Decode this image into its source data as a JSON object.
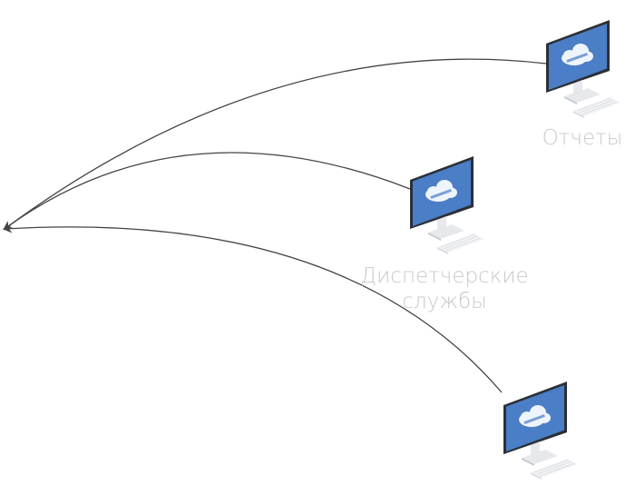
{
  "nodes": [
    {
      "id": "reports",
      "label_lines": [
        "Отчеты"
      ]
    },
    {
      "id": "dispatch",
      "label_lines": [
        "Диспетчерские",
        "службы"
      ]
    },
    {
      "id": "third",
      "label_lines": []
    }
  ],
  "colors": {
    "screen": "#4a7ec6",
    "screen_dark": "#3a69ad",
    "bezel": "#2c2f36",
    "stand": "#e6e8ec",
    "stand_shadow": "#c5c9d0",
    "keyboard": "#f2f3f5",
    "key": "#d7dae0",
    "cloud": "#eef4fb",
    "arrow": "#444444",
    "label": "#c9c9c9"
  }
}
